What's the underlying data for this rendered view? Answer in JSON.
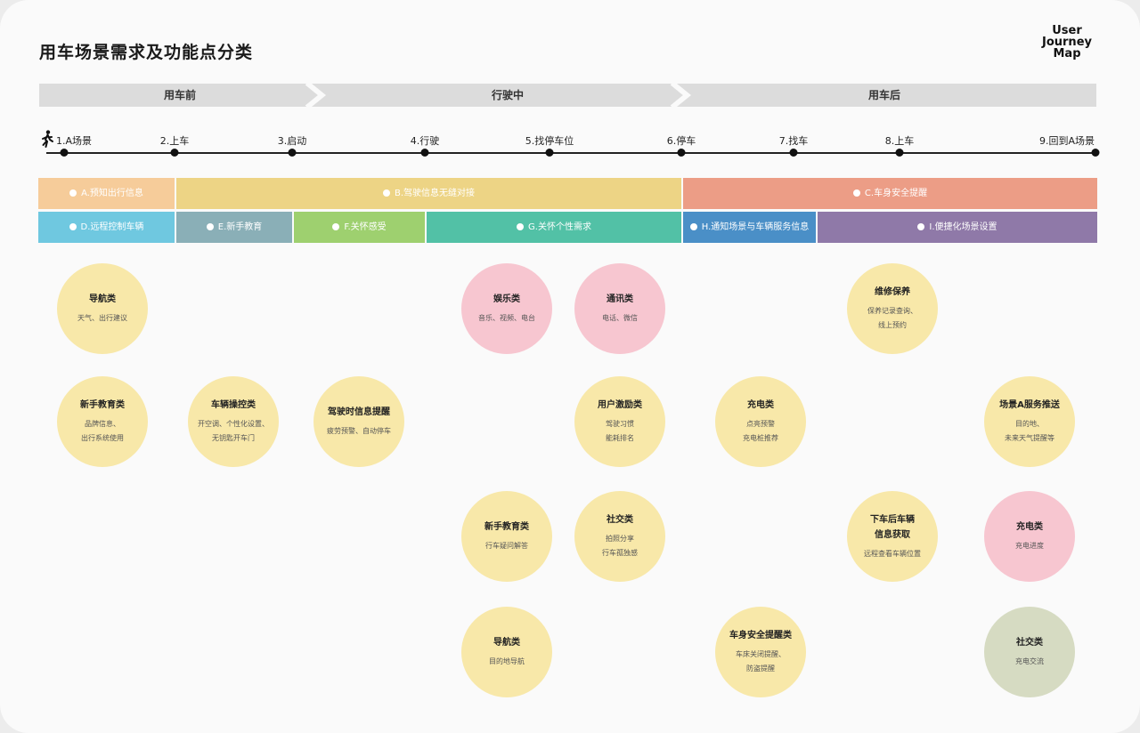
{
  "title": "用车场景需求及功能点分类",
  "brand": {
    "line1": "User",
    "line2": "Journey",
    "line3": "Map"
  },
  "phases": [
    {
      "label": "用车前"
    },
    {
      "label": "行驶中"
    },
    {
      "label": "用车后"
    }
  ],
  "timeline": {
    "icon": "walking-person-icon",
    "stops": [
      {
        "label": "1.A场景"
      },
      {
        "label": "2.上车"
      },
      {
        "label": "3.启动"
      },
      {
        "label": "4.行驶"
      },
      {
        "label": "5.找停车位"
      },
      {
        "label": "6.停车"
      },
      {
        "label": "7.找车"
      },
      {
        "label": "8.上车"
      },
      {
        "label": "9.回到A场景"
      }
    ]
  },
  "categories_row1": [
    {
      "label": "A.预知出行信息",
      "color": "#f6cc9a"
    },
    {
      "label": "B.驾驶信息无缝对接",
      "color": "#edd485"
    },
    {
      "label": "C.车身安全提醒",
      "color": "#ec9d86"
    }
  ],
  "categories_row2": [
    {
      "label": "D.远程控制车辆",
      "color": "#6fc8e0"
    },
    {
      "label": "E.新手教育",
      "color": "#8aafb7"
    },
    {
      "label": "F.关怀感受",
      "color": "#9ed06f"
    },
    {
      "label": "G.关怀个性需求",
      "color": "#52c1a6"
    },
    {
      "label": "H.通知场景与车辆服务信息",
      "color": "#4a8fc7"
    },
    {
      "label": "I.便捷化场景设置",
      "color": "#8f79a8"
    }
  ],
  "colors": {
    "yellow": "#f8e8a9",
    "pink": "#f7c6d0",
    "green": "#d6dbc2"
  },
  "nodes": [
    {
      "title": "导航类",
      "desc": "天气、出行建议",
      "color": "yellow"
    },
    {
      "title": "娱乐类",
      "desc": "音乐、视频、电台",
      "color": "pink"
    },
    {
      "title": "通讯类",
      "desc": "电话、微信",
      "color": "pink"
    },
    {
      "title": "维修保养",
      "desc": "保养记录查询、\n线上预约",
      "color": "yellow"
    },
    {
      "title": "新手教育类",
      "desc": "品牌信息、\n出行系统使用",
      "color": "yellow"
    },
    {
      "title": "车辆操控类",
      "desc": "开空调、个性化设置、\n无钥匙开车门",
      "color": "yellow"
    },
    {
      "title": "驾驶时信息提醒",
      "desc": "疲劳预警、自动停车",
      "color": "yellow"
    },
    {
      "title": "用户激励类",
      "desc": "驾驶习惯\n能耗排名",
      "color": "yellow"
    },
    {
      "title": "充电类",
      "desc": "点亮预警\n充电桩推荐",
      "color": "yellow"
    },
    {
      "title": "场景A服务推送",
      "desc": "目的地、\n未来天气提醒等",
      "color": "yellow"
    },
    {
      "title": "新手教育类",
      "desc": "行车疑问解答",
      "color": "yellow"
    },
    {
      "title": "社交类",
      "desc": "拍照分享\n行车孤独感",
      "color": "yellow"
    },
    {
      "title": "下车后车辆\n信息获取",
      "desc": "远程查看车辆位置",
      "color": "yellow"
    },
    {
      "title": "充电类",
      "desc": "充电进度",
      "color": "pink"
    },
    {
      "title": "导航类",
      "desc": "目的地导航",
      "color": "yellow"
    },
    {
      "title": "车身安全提醒类",
      "desc": "车床关闭提醒、\n防盗提醒",
      "color": "yellow"
    },
    {
      "title": "社交类",
      "desc": "充电交流",
      "color": "green"
    }
  ]
}
